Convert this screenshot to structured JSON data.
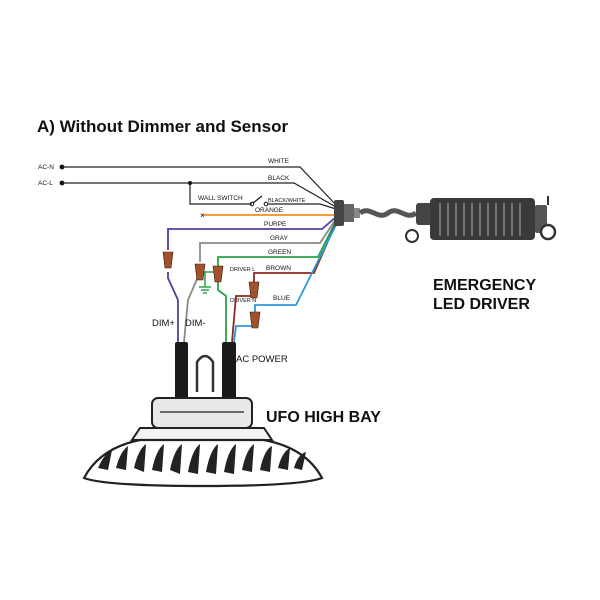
{
  "title": "A) Without Dimmer and Sensor",
  "inputs": {
    "ac_n": "AC-N",
    "ac_l": "AC-L"
  },
  "wires": {
    "white": "WHITE",
    "black": "BLACK",
    "black_white": "BLACK/WHITE",
    "orange": "ORANGE",
    "purple": "PURPE",
    "gray": "GRAY",
    "green": "GREEN",
    "brown": "BROWN",
    "blue": "BLUE"
  },
  "switch_label": "WALL SWITCH",
  "driver_l": "DRIVER L",
  "driver_n": "DRIVER N",
  "dim_plus": "DIM+",
  "dim_minus": "DIM-",
  "ac_power": "AC POWER",
  "fixture_label": "UFO HIGH BAY",
  "driver_box": {
    "line1": "EMERGENCY",
    "line2": "LED DRIVER"
  },
  "colors": {
    "white_wire": "#222222",
    "black_wire": "#222222",
    "orange": "#f0901e",
    "purple": "#5a3c9a",
    "gray": "#8a8a8a",
    "green": "#2aa34a",
    "brown": "#8b2a1e",
    "blue": "#2a9ad8",
    "connector": "#a0522d"
  }
}
